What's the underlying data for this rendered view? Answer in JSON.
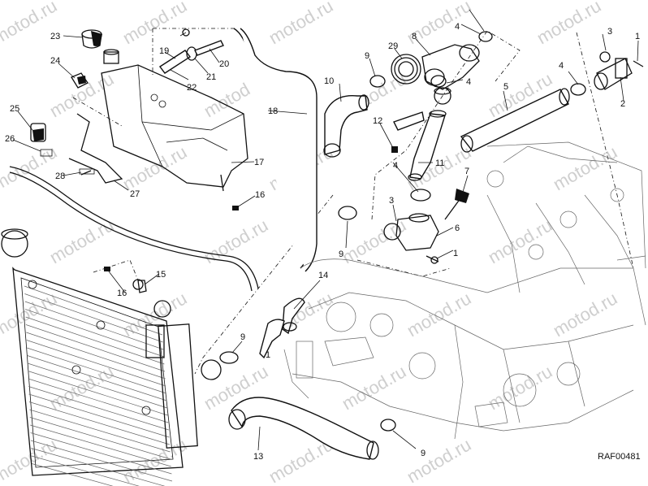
{
  "watermark": "motod.ru",
  "drawing_code": "RAF00481",
  "callouts": [
    {
      "id": "c1",
      "label": "1"
    },
    {
      "id": "c1b",
      "label": "1"
    },
    {
      "id": "c1c",
      "label": "1"
    },
    {
      "id": "c2",
      "label": "2"
    },
    {
      "id": "c3",
      "label": "3"
    },
    {
      "id": "c3b",
      "label": "3"
    },
    {
      "id": "c4",
      "label": "4"
    },
    {
      "id": "c4b",
      "label": "4"
    },
    {
      "id": "c4c",
      "label": "4"
    },
    {
      "id": "c4d",
      "label": "4"
    },
    {
      "id": "c5",
      "label": "5"
    },
    {
      "id": "c6",
      "label": "6"
    },
    {
      "id": "c7",
      "label": "7"
    },
    {
      "id": "c8",
      "label": "8"
    },
    {
      "id": "c9",
      "label": "9"
    },
    {
      "id": "c9b",
      "label": "9"
    },
    {
      "id": "c9c",
      "label": "9"
    },
    {
      "id": "c9d",
      "label": "9"
    },
    {
      "id": "c10",
      "label": "10"
    },
    {
      "id": "c11",
      "label": "11"
    },
    {
      "id": "c12",
      "label": "12"
    },
    {
      "id": "c13",
      "label": "13"
    },
    {
      "id": "c14",
      "label": "14"
    },
    {
      "id": "c15",
      "label": "15"
    },
    {
      "id": "c16",
      "label": "16"
    },
    {
      "id": "c16b",
      "label": "16"
    },
    {
      "id": "c17",
      "label": "17"
    },
    {
      "id": "c18",
      "label": "18"
    },
    {
      "id": "c19",
      "label": "19"
    },
    {
      "id": "c20",
      "label": "20"
    },
    {
      "id": "c21",
      "label": "21"
    },
    {
      "id": "c22",
      "label": "22"
    },
    {
      "id": "c23",
      "label": "23"
    },
    {
      "id": "c24",
      "label": "24"
    },
    {
      "id": "c25",
      "label": "25"
    },
    {
      "id": "c26",
      "label": "26"
    },
    {
      "id": "c27",
      "label": "27"
    },
    {
      "id": "c28",
      "label": "28"
    },
    {
      "id": "c29",
      "label": "29"
    }
  ]
}
